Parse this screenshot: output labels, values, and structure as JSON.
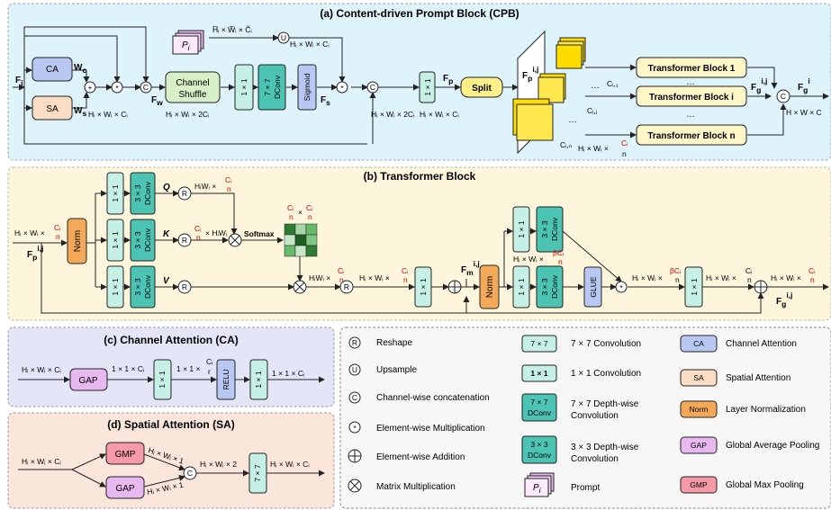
{
  "panels": {
    "cpb_title": "(a) Content-driven Prompt Block (CPB)",
    "tb_title": "(b) Transformer Block",
    "ca_title": "(c) Channel Attention (CA)",
    "sa_title": "(d) Spatial Attention (SA)"
  },
  "colors": {
    "cpb_bg": "#dff3fb",
    "tb_bg": "#fdf6dc",
    "ca_bg": "#e4e6f8",
    "sa_bg": "#fbe6dc",
    "legend_bg": "#f7f7f7",
    "teal": "#7fd6cc",
    "teal_dark": "#4cc3b3",
    "green": "#d8f0c8",
    "yellow": "#fff08a",
    "lightyellow": "#fff7c8",
    "blue": "#b9c8f2",
    "peach": "#fbdcc4",
    "orange": "#f4a95a",
    "purple": "#e8b8f0",
    "pink": "#f59aa6",
    "gold": "#ffdc00"
  },
  "cpb": {
    "ca": "CA",
    "sa": "SA",
    "wc": "W",
    "wc_sub": "c",
    "ws": "W",
    "ws_sub": "s",
    "fi": "F",
    "fi_sub": "i",
    "fw": "F",
    "fw_sub": "w",
    "fs": "F",
    "fs_sub": "s",
    "fp": "F",
    "fp_sub": "p",
    "shuffle1": "Channel",
    "shuffle2": "Shuffle",
    "conv1": "1 × 1",
    "dconv1": "7 × 7",
    "dconv2": "DConv",
    "sigmoid": "Sigmoid",
    "split": "Split",
    "prompt": "P",
    "prompt_sub": "i",
    "dim_prompt": "H̅ᵢ × W̅ᵢ × C̃ᵢ",
    "dim_up": "Hᵢ × Wᵢ × Cᵢ",
    "dim_in": "Hᵢ × Wᵢ × Cᵢ",
    "dim_shuf": "Hᵢ × Wᵢ × 2Cᵢ",
    "dim_cat": "Hᵢ × Wᵢ × 2Cᵢ",
    "dim_fp": "Hᵢ × Wᵢ × Cᵢ",
    "dim_split": "Hᵢ × Wᵢ ×",
    "dim_split_frac_num": "Cᵢ",
    "dim_split_frac_den": "n",
    "dim_out": "H × W × C",
    "fpij": "F",
    "fpij_sub": "p",
    "fpij_sup": "i,j",
    "fgij": "F",
    "fgij_sub": "g",
    "fgij_sup": "i,j",
    "fgi": "F",
    "fgi_sub": "g",
    "fgi_sup": "i",
    "ci1": "Cᵢ,₁",
    "cij": "Cᵢ,ⱼ",
    "cin": "Cᵢ,ₙ",
    "tb1": "Transformer Block 1",
    "tbi": "Transformer Block i",
    "tbn": "Transformer Block n",
    "dots": "…",
    "plus": "+",
    "mul": "*",
    "cat": "C",
    "up": "U"
  },
  "tb": {
    "norm": "Norm",
    "conv": "1 × 1",
    "dconv1": "3 × 3",
    "dconv2": "DConv",
    "q": "Q",
    "k": "K",
    "v": "V",
    "r": "R",
    "softmax": "Softmax",
    "glue": "GLUE",
    "fpij": "F",
    "fpij_sub": "p",
    "fpij_sup": "i,j",
    "fmij": "F",
    "fmij_sub": "m",
    "fmij_sup": "i,j",
    "fgij": "F",
    "fgij_sub": "g",
    "fgij_sup": "i,j",
    "dim_in": "Hᵢ × Wᵢ ×",
    "dim_q": "HᵢWᵢ ×",
    "dim_k": "× HᵢWᵢ",
    "dim_mat": "HᵢWᵢ ×",
    "dim_r": "Hᵢ × Wᵢ ×",
    "dim_glue_top": "Hᵢ × Wᵢ ×",
    "dim_glue": "Hᵢ × Wᵢ ×",
    "dim_out": "Hᵢ × Wᵢ ×",
    "dim_fin": "Hᵢ × Wᵢ ×",
    "ci": "Cᵢ",
    "n": "n",
    "beta_ci": "βCᵢ",
    "soft_num": "Cᵢ",
    "soft_den": "n",
    "soft_times": "×"
  },
  "ca": {
    "dim_in": "Hᵢ × Wᵢ × Cᵢ",
    "gap": "GAP",
    "dim1": "1 × 1 × Cᵢ",
    "conv": "1 × 1",
    "dim2": "1 × 1 ×",
    "frac_num": "Cᵢ",
    "frac_den": "r",
    "relu": "RELU",
    "dim3": "1 × 1 × Cᵢ"
  },
  "sa": {
    "dim_in": "Hᵢ × Wᵢ × Cᵢ",
    "gmp": "GMP",
    "gap": "GAP",
    "dim_gmp": "Hᵢ × Wᵢ × 1",
    "dim_gap": "Hᵢ × Wᵢ × 1",
    "dim_cat": "Hᵢ × Wᵢ × 2",
    "conv": "7 × 7",
    "dim_out": "Hᵢ × Wᵢ × Cᵢ",
    "cat": "C"
  },
  "legend": {
    "reshape_sym": "R",
    "reshape": "Reshape",
    "upsample_sym": "U",
    "upsample": "Upsample",
    "concat_sym": "C",
    "concat": "Channel-wise concatenation",
    "mul_sym": "*",
    "mul": "Element-wise Multiplication",
    "add": "Element-wise Addition",
    "matmul": "Matrix Multiplication",
    "c77_box": "7 × 7",
    "c77": "7 × 7 Convolution",
    "c11_box": "1 × 1",
    "c11": "1 × 1 Convolution",
    "dc77_box1": "7 × 7",
    "dc77_box2": "DConv",
    "dc77_1": "7 × 7  Depth-wise",
    "dc77_2": "Convolution",
    "dc33_box1": "3 × 3",
    "dc33_box2": "DConv",
    "dc33_1": "3 × 3  Depth-wise",
    "dc33_2": "Convolution",
    "prompt_box": "P",
    "prompt_box_sub": "i",
    "prompt": "Prompt",
    "ca_box": "CA",
    "ca": "Channel Attention",
    "sa_box": "SA",
    "sa": "Spatial Attention",
    "norm_box": "Norm",
    "norm": "Layer Normalization",
    "gap_box": "GAP",
    "gap": "Global Average Pooling",
    "gmp_box": "GMP",
    "gmp": "Global Max Pooling"
  }
}
